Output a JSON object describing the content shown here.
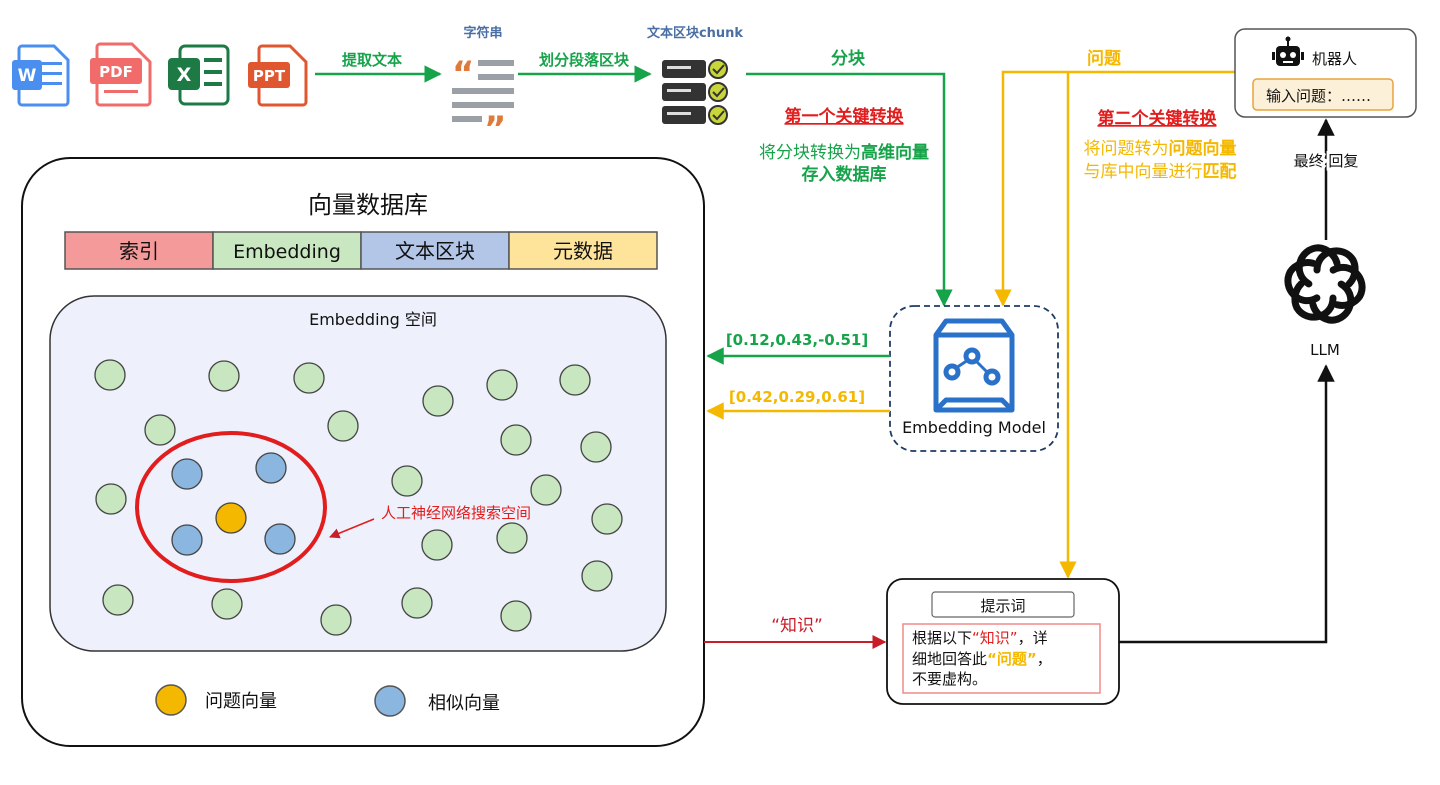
{
  "colors": {
    "green": "#16a34a",
    "amber": "#f5b800",
    "red": "#e11d1d",
    "black": "#111111",
    "pink": "#f59a9a",
    "mint": "#c9e7c0",
    "periwinkle": "#b4c6e7",
    "butter": "#fde49a",
    "space_fill": "#eef1fb",
    "dot_green": "#c8e6bf",
    "dot_blue": "#8ab6e0",
    "dot_yellow": "#f5b800",
    "ai_blue": "#2a72c9"
  },
  "file_icons": [
    {
      "label": "W",
      "icon": "word-icon"
    },
    {
      "label": "PDF",
      "icon": "pdf-icon"
    },
    {
      "label": "X",
      "icon": "excel-icon"
    },
    {
      "label": "PPT",
      "icon": "ppt-icon"
    }
  ],
  "pipeline": {
    "extract_text": "提取文本",
    "string_label": "字符串",
    "split_paragraphs": "划分段落区块",
    "chunk_label": "文本区块chunk",
    "chunking": "分块"
  },
  "first_transform": {
    "title": "第一个关键转换",
    "line1_pre": "将分块转换为",
    "line1_hl": "高维向量",
    "line2": "存入数据库"
  },
  "second_transform": {
    "title": "第二个关键转换",
    "line1_pre": "将问题转为",
    "line1_hl": "问题向量",
    "line2_pre": "与库中向量进行",
    "line2_hl": "匹配"
  },
  "question_label": "问题",
  "robot": {
    "name": "机器人",
    "input": "输入问题：……"
  },
  "final_reply": "最终 回复",
  "llm_label": "LLM",
  "vector_db": {
    "title": "向量数据库",
    "columns": [
      "索引",
      "Embedding",
      "文本区块",
      "元数据"
    ]
  },
  "embedding_space": {
    "title": "Embedding 空间",
    "search_label": "人工神经网络搜索空间"
  },
  "legend": {
    "question_vector": "问题向量",
    "similar_vector": "相似向量"
  },
  "vector_outputs": {
    "chunk_vector": "[0.12,0.43,-0.51]",
    "question_vector": "[0.42,0.29,0.61]"
  },
  "embedding_model": "Embedding Model",
  "knowledge_label": "“知识”",
  "prompt": {
    "title": "提示词",
    "l1_a": "根据以下",
    "l1_b": "“知识”",
    "l1_c": "，详",
    "l2_a": "细地回答此",
    "l2_b": "“问题”",
    "l2_c": "，",
    "l3": "不要虚构。"
  }
}
